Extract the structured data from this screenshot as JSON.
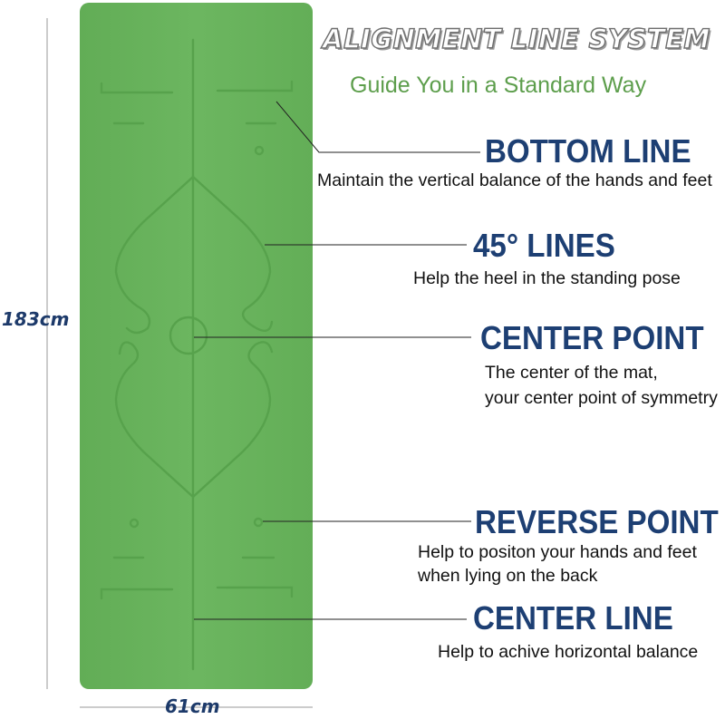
{
  "header": {
    "title": "ALIGNMENT LINE SYSTEM",
    "subtitle": "Guide You in a Standard Way"
  },
  "dimensions": {
    "height": "183cm",
    "width": "61cm"
  },
  "features": [
    {
      "title": "BOTTOM LINE",
      "desc": [
        "Maintain the vertical balance of the hands and feet"
      ]
    },
    {
      "title": "45° LINES",
      "desc": [
        "Help the heel in the standing pose"
      ]
    },
    {
      "title": "CENTER POINT",
      "desc": [
        "The center of the mat,",
        "your center point of symmetry"
      ]
    },
    {
      "title": "REVERSE POINT",
      "desc": [
        "Help to positon your hands and feet",
        "when lying on the back"
      ]
    },
    {
      "title": "CENTER LINE",
      "desc": [
        "Help to achive horizontal balance"
      ]
    }
  ],
  "colors": {
    "mat": "#6bb45f",
    "mat_line": "#5aa44f",
    "heading": "#1d3f73",
    "subtitle": "#5d9e4c"
  }
}
